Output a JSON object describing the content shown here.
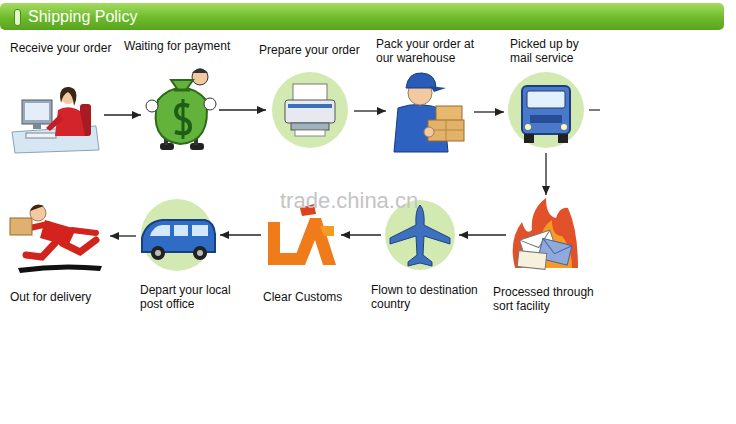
{
  "diagram": {
    "title": "Shipping Policy",
    "nodes": [
      {
        "text": [
          "Receive your order"
        ]
      },
      {
        "text": [
          "Waiting for payment"
        ]
      },
      {
        "text": [
          "Prepare your order"
        ]
      },
      {
        "text": [
          "Pack your order at our warehouse"
        ]
      },
      {
        "text": [
          "Picked up by mail service"
        ]
      },
      {
        "text": [
          "Processed through sort facility"
        ]
      },
      {
        "text": [
          "Flown to destination country"
        ]
      },
      {
        "text": [
          "Clear Customs"
        ]
      },
      {
        "text": [
          "Depart your local post office"
        ]
      },
      {
        "text": [
          "Out for delivery"
        ]
      }
    ],
    "edges": [
      {
        "from": 0,
        "to": 1,
        "arrow": "to"
      },
      {
        "from": 1,
        "to": 2,
        "arrow": "to"
      },
      {
        "from": 2,
        "to": 3,
        "arrow": "to"
      },
      {
        "from": 3,
        "to": 4,
        "arrow": "to"
      },
      {
        "from": 4,
        "to": 5,
        "arrow": "to"
      },
      {
        "from": 5,
        "to": 6,
        "arrow": "to"
      },
      {
        "from": 6,
        "to": 7,
        "arrow": "to"
      },
      {
        "from": 7,
        "to": 8,
        "arrow": "to"
      },
      {
        "from": 8,
        "to": 9,
        "arrow": "to"
      }
    ],
    "labels": [
      "trade.china.cn"
    ]
  }
}
